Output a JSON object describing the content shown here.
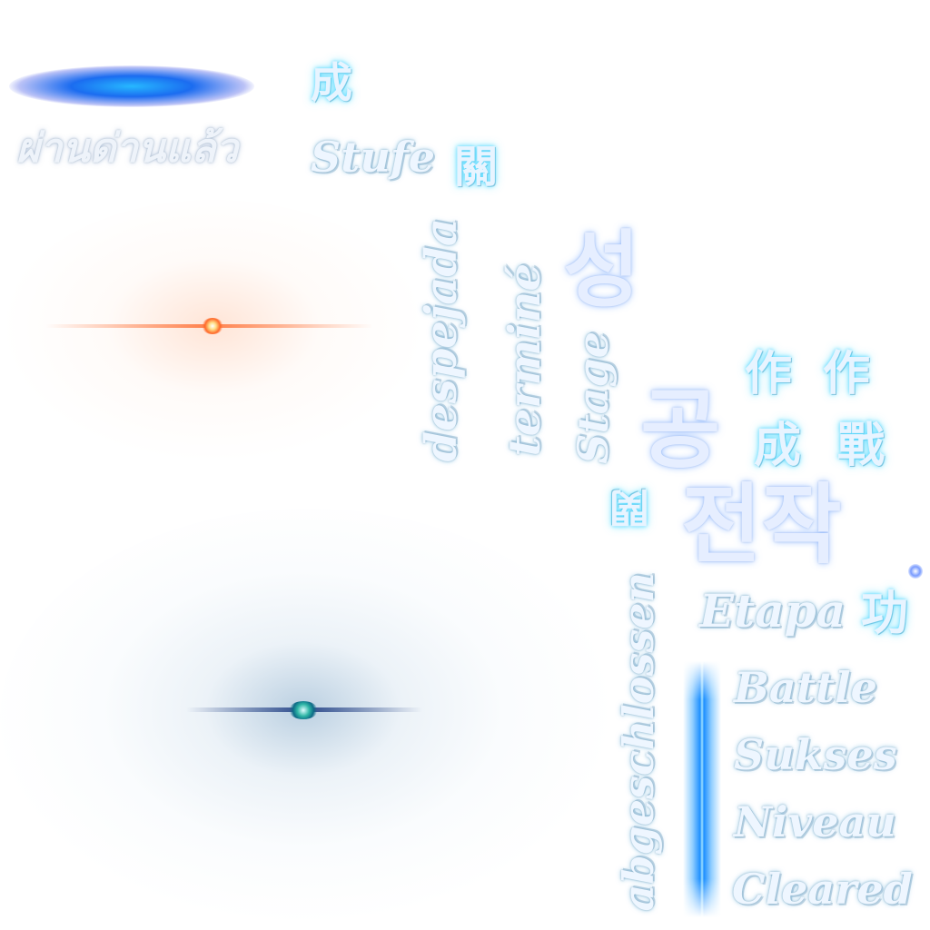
{
  "sprite_sheet": {
    "colors": {
      "blue_flare": "#1ea8ff",
      "orange_flare": "#ff6a2a",
      "teal_flare": "#0d6a86",
      "text_glow": "#55d8ff",
      "text_fill": "#eef6ff"
    },
    "labels": {
      "thai_cleared": "ผ่านด่านแล้ว",
      "stufe": "Stufe",
      "despejada": "despejada",
      "termine": "terminé",
      "stage": "Stage",
      "abgeschlossen": "abgeschlossen",
      "etapa": "Etapa",
      "battle": "Battle",
      "sukses": "Sukses",
      "niveau": "Niveau",
      "cleared": "Cleared"
    },
    "cjk": {
      "cheng_top": "成",
      "guan": "關",
      "zuo_1": "作",
      "zuo_2": "作",
      "cheng_mid": "成",
      "zhan": "戰",
      "guan_small": "関",
      "gong": "功"
    },
    "korean": {
      "seong": "성",
      "gong": "공",
      "jeonjak": "전작"
    }
  }
}
